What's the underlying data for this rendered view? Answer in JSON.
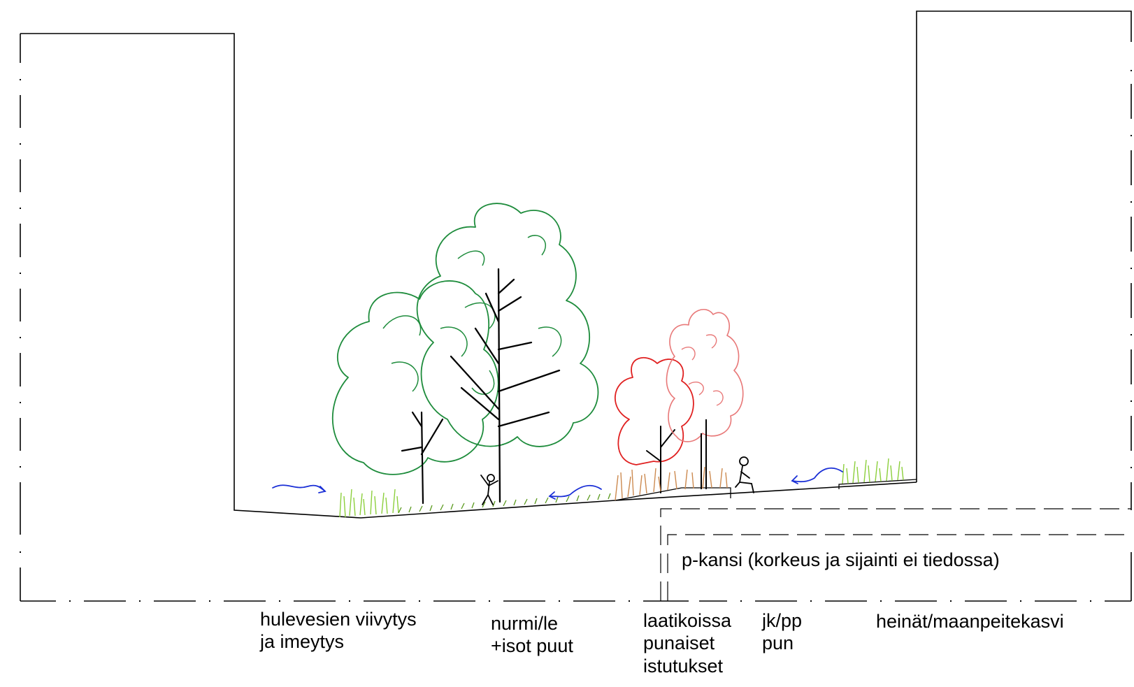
{
  "deck_label": "p-kansi (korkeus ja sijainti ei tiedossa)",
  "labels": {
    "stormwater": "hulevesien viivytys\n ja imeytys",
    "lawn": "nurmi/le\n+isot puut",
    "planters": "laatikoissa\npunaiset\nistutukset",
    "path": "jk/pp\npun",
    "grasses": "heinät/maanpeitekasvi"
  },
  "colors": {
    "outline": "#000000",
    "tree_green": "#1e8c3c",
    "tree_red": "#e02020",
    "tree_pink": "#e87878",
    "grass_light": "#8ccf3c",
    "grass_dark": "#5a9a1e",
    "shrub_brown": "#cc8a50",
    "arrow": "#1a2fd6"
  }
}
